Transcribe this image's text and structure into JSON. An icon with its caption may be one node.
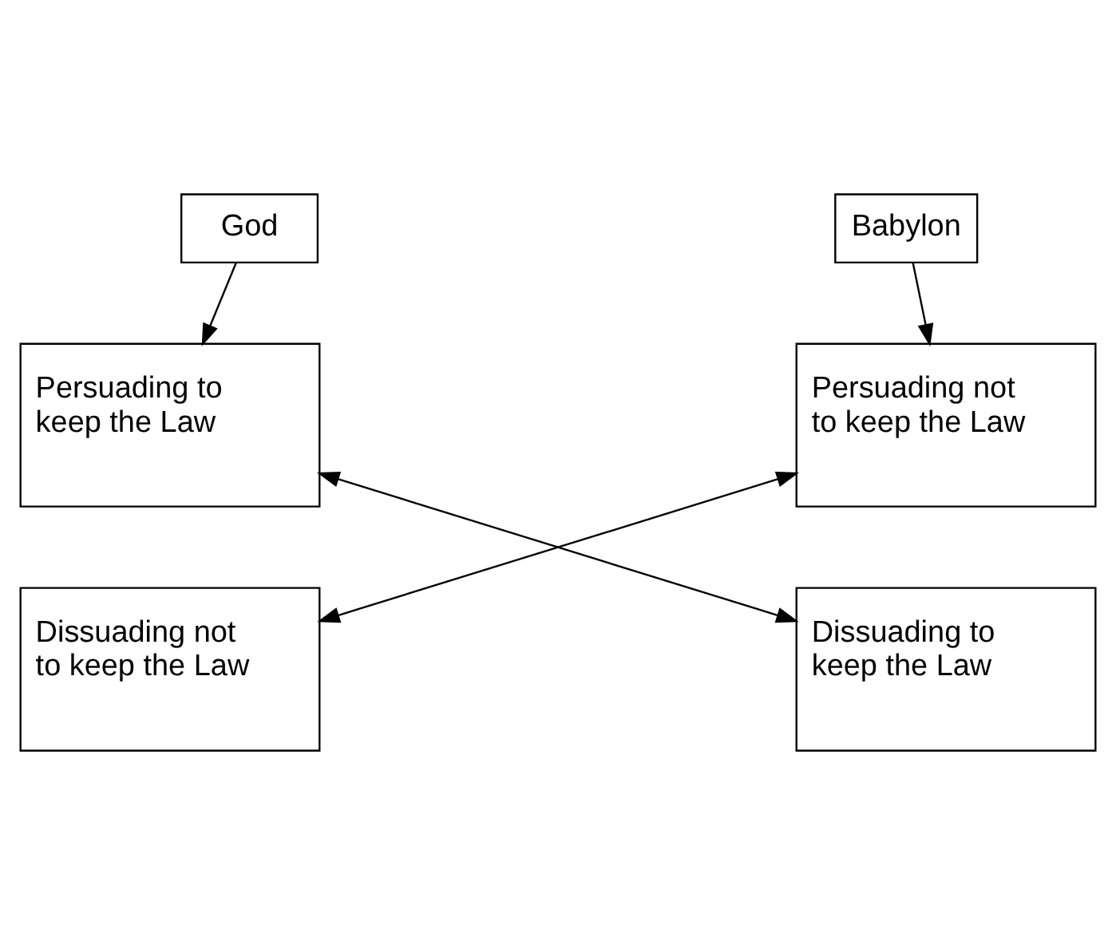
{
  "diagram": {
    "nodes": [
      {
        "text": [
          "God"
        ]
      },
      {
        "text": [
          "Babylon"
        ]
      },
      {
        "text": [
          "Persuading to keep the Law"
        ]
      },
      {
        "text": [
          "Persuading not to keep the Law"
        ]
      },
      {
        "text": [
          "Dissuading not to keep the Law"
        ]
      },
      {
        "text": [
          "Dissuading to keep the Law"
        ]
      }
    ],
    "edges": [
      {
        "from": 0,
        "to": 2,
        "arrow": "to"
      },
      {
        "from": 1,
        "to": 3,
        "arrow": "to"
      },
      {
        "from": 2,
        "to": 5,
        "arrow": "both"
      },
      {
        "from": 3,
        "to": 4,
        "arrow": "both"
      }
    ]
  }
}
